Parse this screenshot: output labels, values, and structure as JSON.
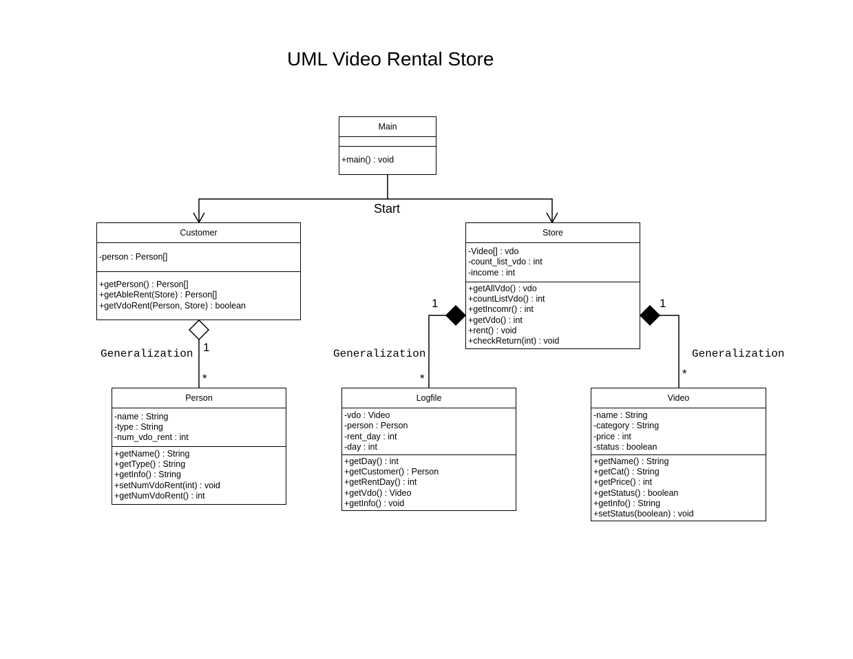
{
  "title": "UML Video Rental Store",
  "classes": {
    "main": {
      "name": "Main",
      "attributes": [],
      "methods": [
        "+main() : void"
      ]
    },
    "customer": {
      "name": "Customer",
      "attributes": [
        "-person : Person[]"
      ],
      "methods": [
        "+getPerson() :  Person[]",
        "+getAbleRent(Store) : Person[]",
        "+getVdoRent(Person, Store) : boolean"
      ]
    },
    "store": {
      "name": "Store",
      "attributes": [
        "-Video[] : vdo",
        "-count_list_vdo : int",
        "-income : int"
      ],
      "methods": [
        "+getAllVdo() : vdo",
        "+countListVdo() : int",
        "+getIncomr() : int",
        "+getVdo() : int",
        "+rent() : void",
        "+checkReturn(int) : void"
      ]
    },
    "person": {
      "name": "Person",
      "attributes": [
        "-name : String",
        "-type : String",
        "-num_vdo_rent : int"
      ],
      "methods": [
        "+getName() : String",
        "+getType() : String",
        "+getInfo() : String",
        "+setNumVdoRent(int) : void",
        "+getNumVdoRent() : int"
      ]
    },
    "logfile": {
      "name": "Logfile",
      "attributes": [
        "-vdo : Video",
        "-person : Person",
        "-rent_day : int",
        "-day : int"
      ],
      "methods": [
        "+getDay() : int",
        "+getCustomer() : Person",
        "+getRentDay() : int",
        "+getVdo() : Video",
        "+getInfo() : void"
      ]
    },
    "video": {
      "name": "Video",
      "attributes": [
        "-name : String",
        "-category : String",
        "-price : int",
        "-status : boolean"
      ],
      "methods": [
        "+getName() : String",
        "+getCat() : String",
        "+getPrice() : int",
        "+getStatus() : boolean",
        "+getInfo() : String",
        "+setStatus(boolean) : void"
      ]
    }
  },
  "labels": {
    "start": "Start",
    "gen_left": "Generalization",
    "gen_mid": "Generalization",
    "gen_right": "Generalization",
    "mult_person_one": "1",
    "mult_person_many": "*",
    "mult_logfile_one": "1",
    "mult_logfile_many": "*",
    "mult_video_one": "1",
    "mult_video_many": "*"
  }
}
